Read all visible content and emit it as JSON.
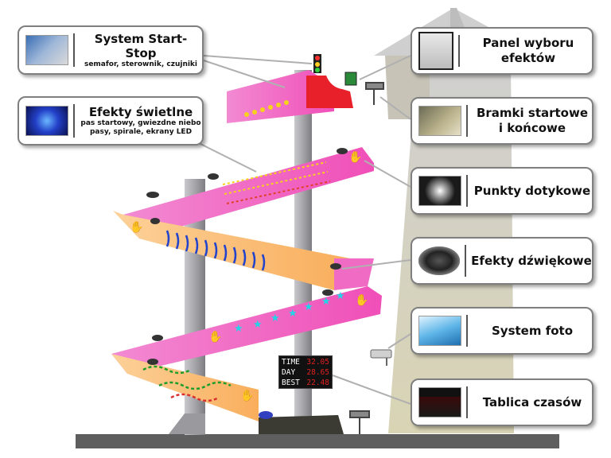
{
  "callouts_left": [
    {
      "title": "System Start-Stop",
      "subtitle": "semafor, sterownik, czujniki",
      "icon": "controller-box-icon"
    },
    {
      "title": "Efekty świetlne",
      "subtitle": "pas startowy, gwiezdne niebo pasy, spirale, ekrany LED",
      "icon": "light-spiral-icon"
    }
  ],
  "callouts_right": [
    {
      "title": "Panel wyboru efektów",
      "icon": "selection-panel-icon"
    },
    {
      "title": "Bramki startowe i końcowe",
      "icon": "turnstile-gate-icon"
    },
    {
      "title": "Punkty dotykowe",
      "icon": "touch-point-icon"
    },
    {
      "title": "Efekty dźwiękowe",
      "icon": "speaker-icon"
    },
    {
      "title": "System foto",
      "icon": "photo-icon"
    },
    {
      "title": "Tablica czasów",
      "icon": "time-board-icon"
    }
  ],
  "scoreboard": {
    "rows": [
      {
        "label": "TIME",
        "value": "32.05"
      },
      {
        "label": "DAY",
        "value": "28.65"
      },
      {
        "label": "BEST",
        "value": "22.48"
      }
    ]
  },
  "colors": {
    "slide_pink": "#f26bc4",
    "slide_orange": "#fbbf77",
    "pillar": "#a9a9ad",
    "tower": "#d6d2b8",
    "floor": "#5e5e5e",
    "start_red": "#e8202a",
    "stripe_blue": "#2244cc",
    "star_cyan": "#22d4e8",
    "dot_yellow": "#f7d21c",
    "wave_green": "#1e9c2c"
  }
}
